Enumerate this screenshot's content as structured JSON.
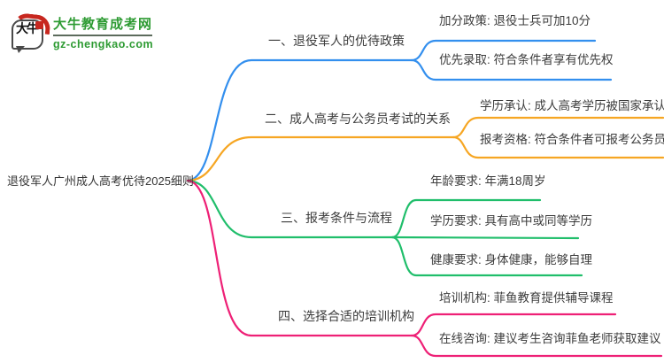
{
  "logo": {
    "mark_text": "大牛",
    "title": "大牛教育成考网",
    "domain": "gz-chengkao.com",
    "brand_green": "#2e9b33",
    "seal_red": "#c7271f"
  },
  "mindmap": {
    "root": {
      "label": "退役军人广州成人高考优待2025细则"
    },
    "branches": [
      {
        "label": "一、退役军人的优待政策",
        "color": "#338fee",
        "children": [
          {
            "label": "加分政策: 退役士兵可加10分"
          },
          {
            "label": "优先录取: 符合条件者享有优先权"
          }
        ]
      },
      {
        "label": "二、成人高考与公务员考试的关系",
        "color": "#f6a623",
        "children": [
          {
            "label": "学历承认: 成人高考学历被国家承认"
          },
          {
            "label": "报考资格: 符合条件者可报考公务员"
          }
        ]
      },
      {
        "label": "三、报考条件与流程",
        "color": "#20be6b",
        "children": [
          {
            "label": "年龄要求: 年满18周岁"
          },
          {
            "label": "学历要求: 具有高中或同等学历"
          },
          {
            "label": "健康要求: 身体健康，能够自理"
          }
        ]
      },
      {
        "label": "四、选择合适的培训机构",
        "color": "#ee2076",
        "children": [
          {
            "label": "培训机构: 菲鱼教育提供辅导课程"
          },
          {
            "label": "在线咨询: 建议考生咨询菲鱼老师获取建议"
          }
        ]
      }
    ]
  }
}
